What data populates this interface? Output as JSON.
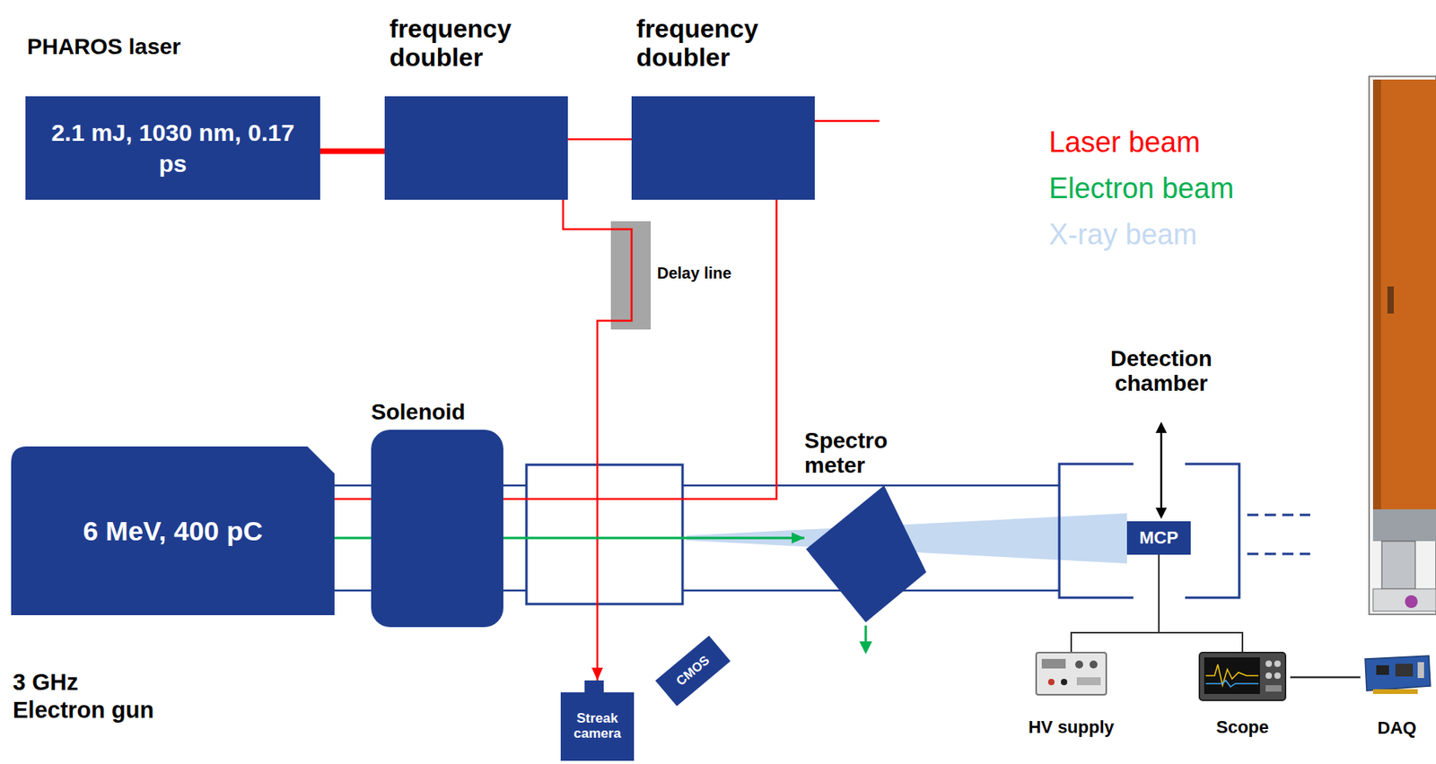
{
  "diagram": {
    "nodes": [
      {
        "text": [
          "PHAROS laser",
          "2.1 mJ, 1030 nm, 0.17 ps"
        ]
      },
      {
        "text": [
          "frequency doubler"
        ]
      },
      {
        "text": [
          "frequency doubler"
        ]
      },
      {
        "text": [
          "Delay line"
        ]
      },
      {
        "text": [
          "6 MeV, 400 pC",
          "3 GHz Electron gun"
        ]
      },
      {
        "text": [
          "Solenoid"
        ]
      },
      {
        "text": [
          "Spectro meter"
        ]
      },
      {
        "text": [
          "Detection chamber"
        ]
      },
      {
        "text": [
          "MCP"
        ],
        "in": 7
      },
      {
        "text": [
          "Streak camera"
        ]
      },
      {
        "text": [
          "CMOS"
        ]
      },
      {
        "text": [
          "HV supply"
        ]
      },
      {
        "text": [
          "Scope"
        ]
      },
      {
        "text": [
          "DAQ"
        ]
      }
    ],
    "edges": [
      {
        "from": 0,
        "to": 1,
        "arrow": "none"
      },
      {
        "from": 1,
        "to": 2,
        "arrow": "none"
      },
      {
        "from": 1,
        "to": 3,
        "arrow": "none"
      },
      {
        "from": 3,
        "to": 9,
        "arrow": "to"
      },
      {
        "from": 2,
        "to": 4,
        "arrow": "none"
      },
      {
        "from": 4,
        "to": 6,
        "arrow": "to"
      },
      {
        "from": 8,
        "to": 11,
        "arrow": "none"
      },
      {
        "from": 8,
        "to": 12,
        "arrow": "none"
      },
      {
        "from": 12,
        "to": 13,
        "arrow": "none"
      }
    ],
    "legend": [
      {
        "text": "Laser beam",
        "color": "#ff0000"
      },
      {
        "text": "Electron beam",
        "color": "#00b050"
      },
      {
        "text": "X-ray beam",
        "color": "#c5d9f1"
      }
    ]
  }
}
